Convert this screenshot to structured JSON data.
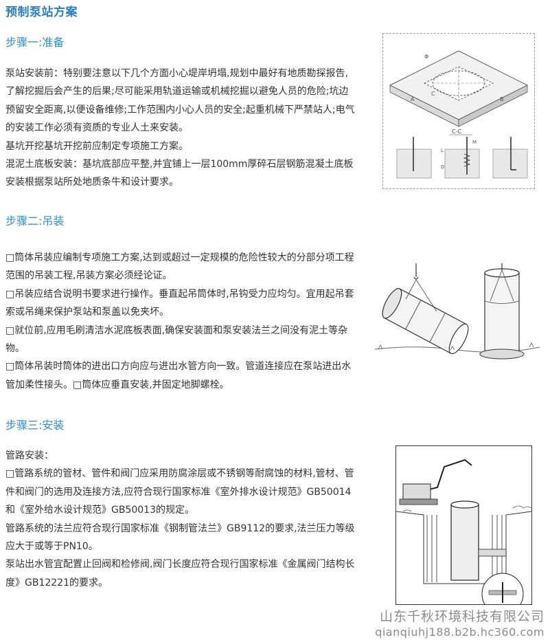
{
  "title": "预制泵站方案",
  "step1": {
    "heading": "步骤一:准备",
    "paragraphs": [
      "泵站安装前：特别要注意以下几个方面小心堤岸坍塌,规划中最好有地质勘探报告,了解挖掘后会产生的后果;尽可能采用轨道运输或机械挖掘以避免人员的危险;坑边预留安全距离,以便设备维修;工作范围内小心人员的安全;起重机械下严禁站人;电气的安装工作必须有资质的专业人土来安装。",
      "基坑开挖基坑开挖前应制定专项施工方案。",
      "混泥土底板安装：基坑底部应平整,并宜铺上一层100mm厚碎石层钢筋混凝土底板安装根据泵站所处地质条牛和设计要求。"
    ],
    "figure_labels": {
      "section": "C-C",
      "m": "M",
      "l": "L",
      "d": "D",
      "a": "A",
      "b": "B",
      "c": "C",
      "phi": "Φ"
    }
  },
  "step2": {
    "heading": "步骤二:吊装",
    "paragraphs": [
      "□筒体吊装应编制专项施工方案,达到或超过一定规模的危险性较大的分部分项工程范围的吊装工程,吊装方案必须经论证。",
      "□吊装应结合说明书要求进行操作。垂直起吊筒体时,吊钩受力应均匀。宜用起吊套索或吊绳来保护泵站和泵盖以免夹坏。",
      "□就位前,应用毛刷清洁水泥底板表面,确保安装面和泵安装法兰之间没有泥土等杂物。",
      "□筒体吊装时筒体的进出口方向应与进出水管方向一致。管道连接应在泵站进出水管加柔性接头。□筒体应垂直安装,并固定地脚螺栓。"
    ]
  },
  "step3": {
    "heading": "步骤三:安装",
    "paragraphs": [
      "管路安装：",
      "□管路系统的管材、管件和阀门应采用防腐涂层或不锈钢等耐腐蚀的材料,管材、管件和阀门的选用及连接方法,应符合现行国家标准《室外排水设计规范》GB50014和《室外给水设计规范》GB50013的规定。",
      "管路系统的法兰应符合现行国家标准《钢制管法兰》GB9112的要求,法兰压力等级应大于或等于PN10。",
      "泵站出水管宜配置止回阀和检修阀,阀门长度应符合现行国家标准《金属阀门结构长度》GB12221的要求。"
    ]
  },
  "watermark": {
    "company": "山东千秋环境科技有限公司",
    "url": "qianqiuhj188.b2b.hc360.com"
  },
  "colors": {
    "title": "#2b7fc4",
    "heading": "#2d8fd0",
    "text": "#333333"
  }
}
